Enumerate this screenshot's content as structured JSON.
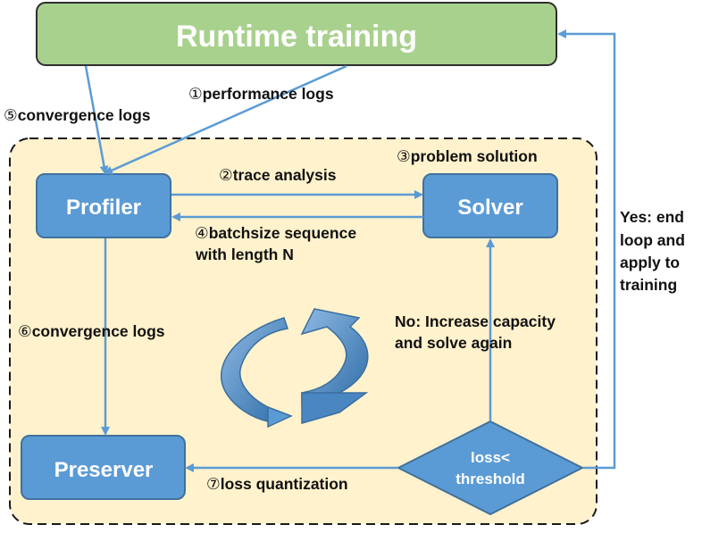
{
  "title_box": {
    "label": "Runtime training"
  },
  "nodes": {
    "profiler": {
      "label": "Profiler"
    },
    "solver": {
      "label": "Solver"
    },
    "preserver": {
      "label": "Preserver"
    },
    "decision": {
      "line1": "loss<",
      "line2": "threshold"
    }
  },
  "edges": {
    "convergence_logs_top": {
      "num": "⑤",
      "text": "convergence logs"
    },
    "performance_logs": {
      "num": "①",
      "text": "performance logs"
    },
    "trace_analysis": {
      "num": "②",
      "text": "trace analysis"
    },
    "problem_solution": {
      "num": "③",
      "text": "problem solution"
    },
    "batchsize_sequence": {
      "num": "④",
      "text": "batchsize sequence",
      "line2": "with length N"
    },
    "convergence_logs_side": {
      "num": "⑥",
      "text": "convergence logs"
    },
    "loss_quantization": {
      "num": "⑦",
      "text": "loss quantization"
    },
    "no_branch": {
      "line1": "No: Increase capacity",
      "line2": "and solve again"
    },
    "yes_branch": {
      "line1": "Yes: end",
      "line2": "loop and",
      "line3": "apply to",
      "line4": "training"
    }
  },
  "colors": {
    "runtime_fill": "#a9d18e",
    "runtime_stroke": "#2e2e2e",
    "box_fill": "#5b9bd5",
    "box_stroke": "#41719c",
    "region_fill": "#fff2cc",
    "arrow": "#5b9bd5"
  },
  "icons": {
    "cycle": "circular-arrows-icon"
  }
}
